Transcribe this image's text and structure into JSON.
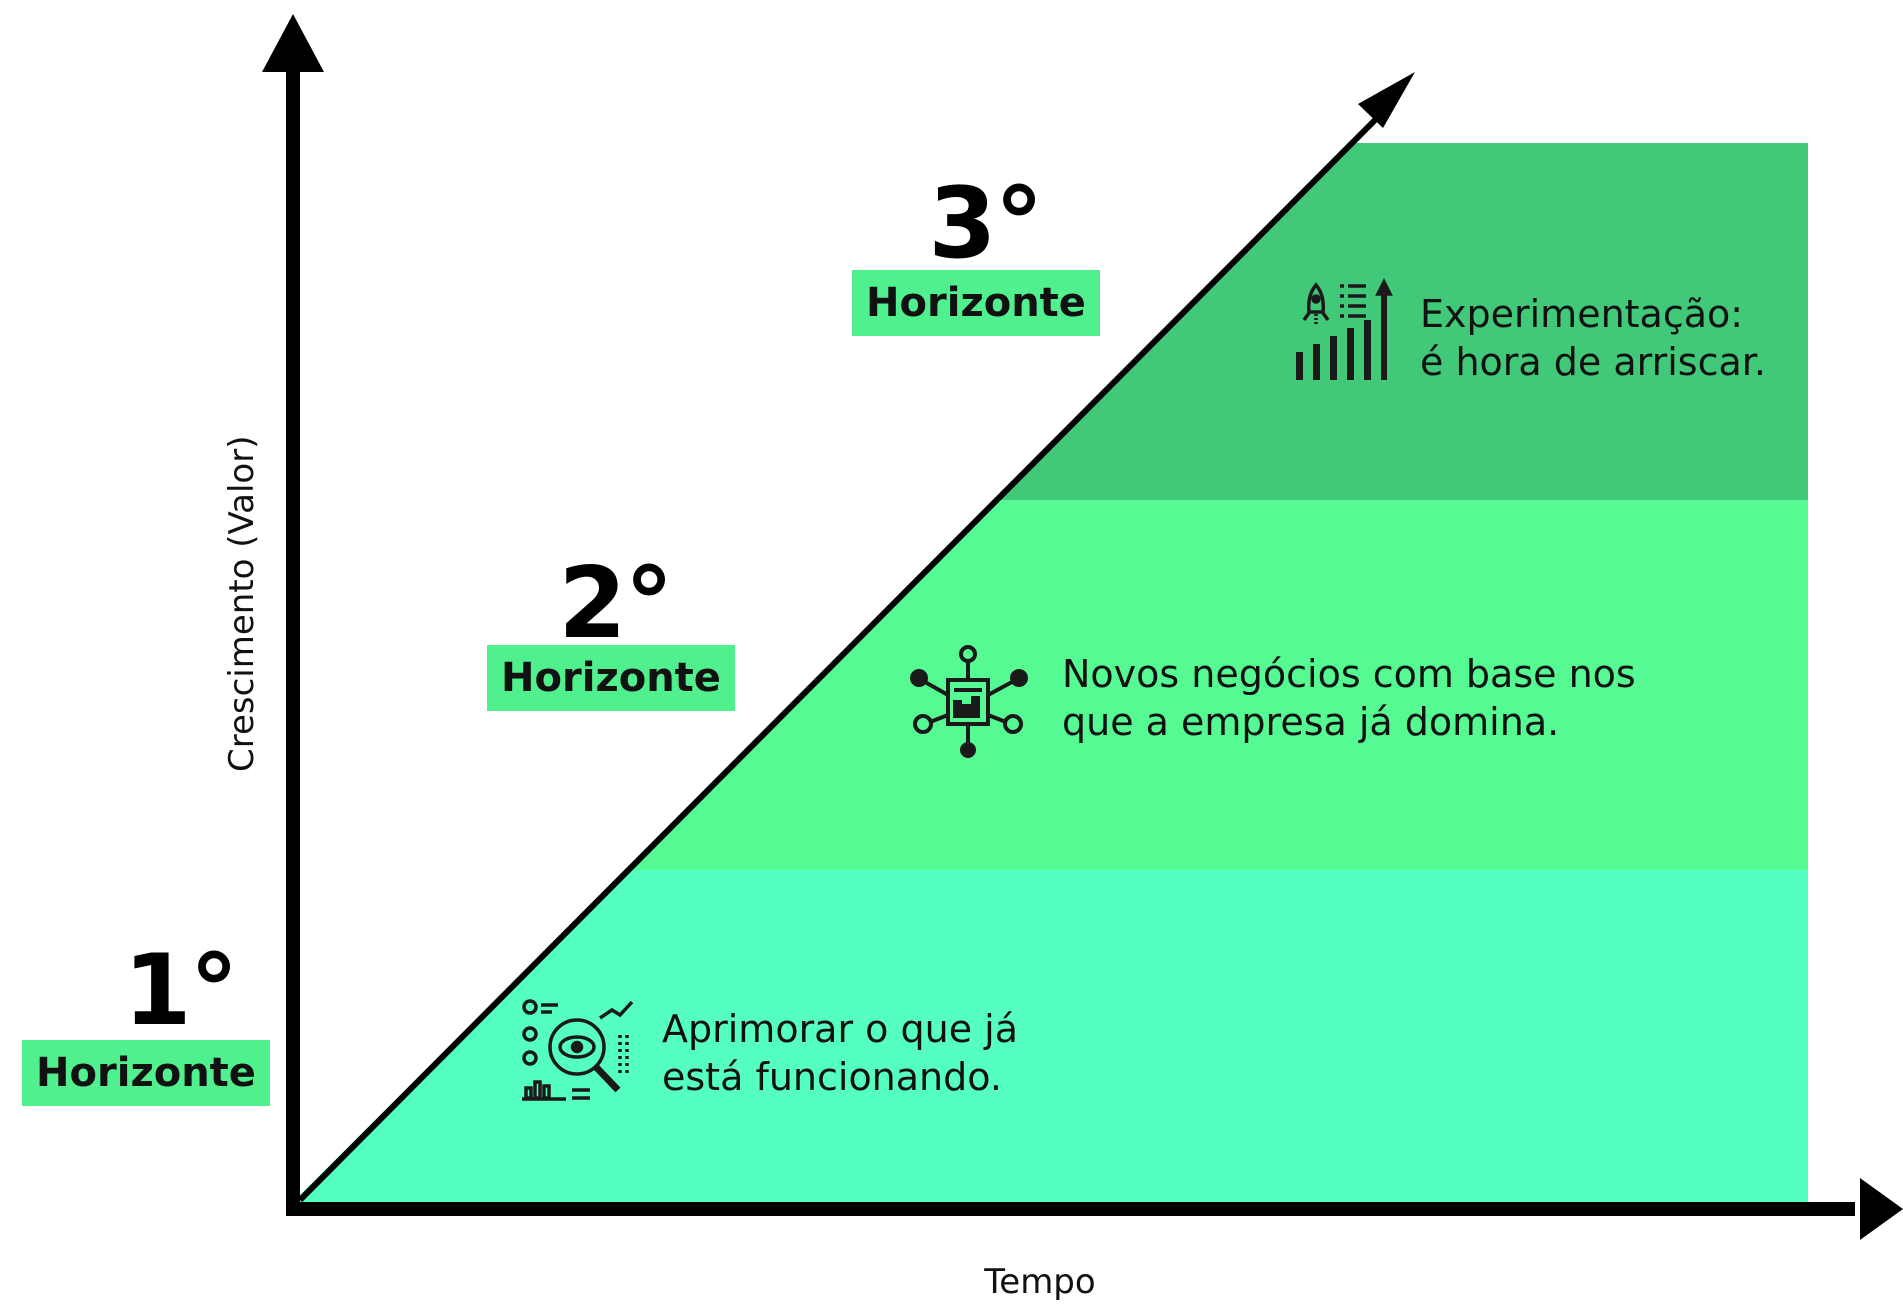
{
  "colors": {
    "band_1": "#55ffc0",
    "band_2": "#55fb92",
    "band_3": "#41c878",
    "tag_bg": "#50f08e",
    "axis": "#000000"
  },
  "axes": {
    "x_label": "Tempo",
    "y_label": "Crescimento (Valor)"
  },
  "horizons": [
    {
      "ordinal": "1°",
      "tag": "Horizonte",
      "description": "Aprimorar o que já\nestá funcionando.",
      "icon": "analytics-magnifier-eye-icon"
    },
    {
      "ordinal": "2°",
      "tag": "Horizonte",
      "description": "Novos negócios com base nos\nque a empresa já domina.",
      "icon": "network-hub-chart-icon"
    },
    {
      "ordinal": "3°",
      "tag": "Horizonte",
      "description": "Experimentação:\né hora de arriscar.",
      "icon": "rocket-growth-bars-icon"
    }
  ]
}
